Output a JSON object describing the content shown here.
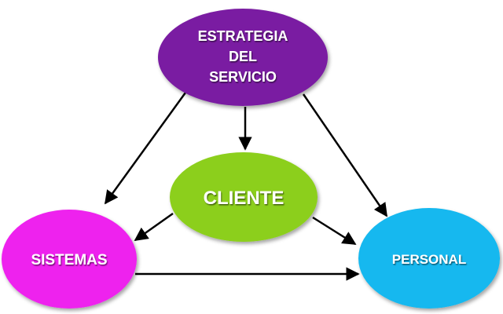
{
  "diagram": {
    "nodes": {
      "estrategia": {
        "lines": [
          "ESTRATEGIA",
          "DEL",
          "SERVICIO"
        ],
        "color": "#7a1fa2"
      },
      "cliente": {
        "label": "CLIENTE",
        "color": "#8ccf1a"
      },
      "sistemas": {
        "label": "SISTEMAS",
        "color": "#ee22ee"
      },
      "personal": {
        "label": "PERSONAL",
        "color": "#12b8ef"
      }
    },
    "edges": [
      {
        "from": "ESTRATEGIA DEL SERVICIO",
        "to": "SISTEMAS"
      },
      {
        "from": "ESTRATEGIA DEL SERVICIO",
        "to": "CLIENTE"
      },
      {
        "from": "ESTRATEGIA DEL SERVICIO",
        "to": "PERSONAL"
      },
      {
        "from": "CLIENTE",
        "to": "SISTEMAS"
      },
      {
        "from": "CLIENTE",
        "to": "PERSONAL"
      },
      {
        "from": "SISTEMAS",
        "to": "PERSONAL"
      }
    ],
    "arrow_color": "#000000"
  }
}
